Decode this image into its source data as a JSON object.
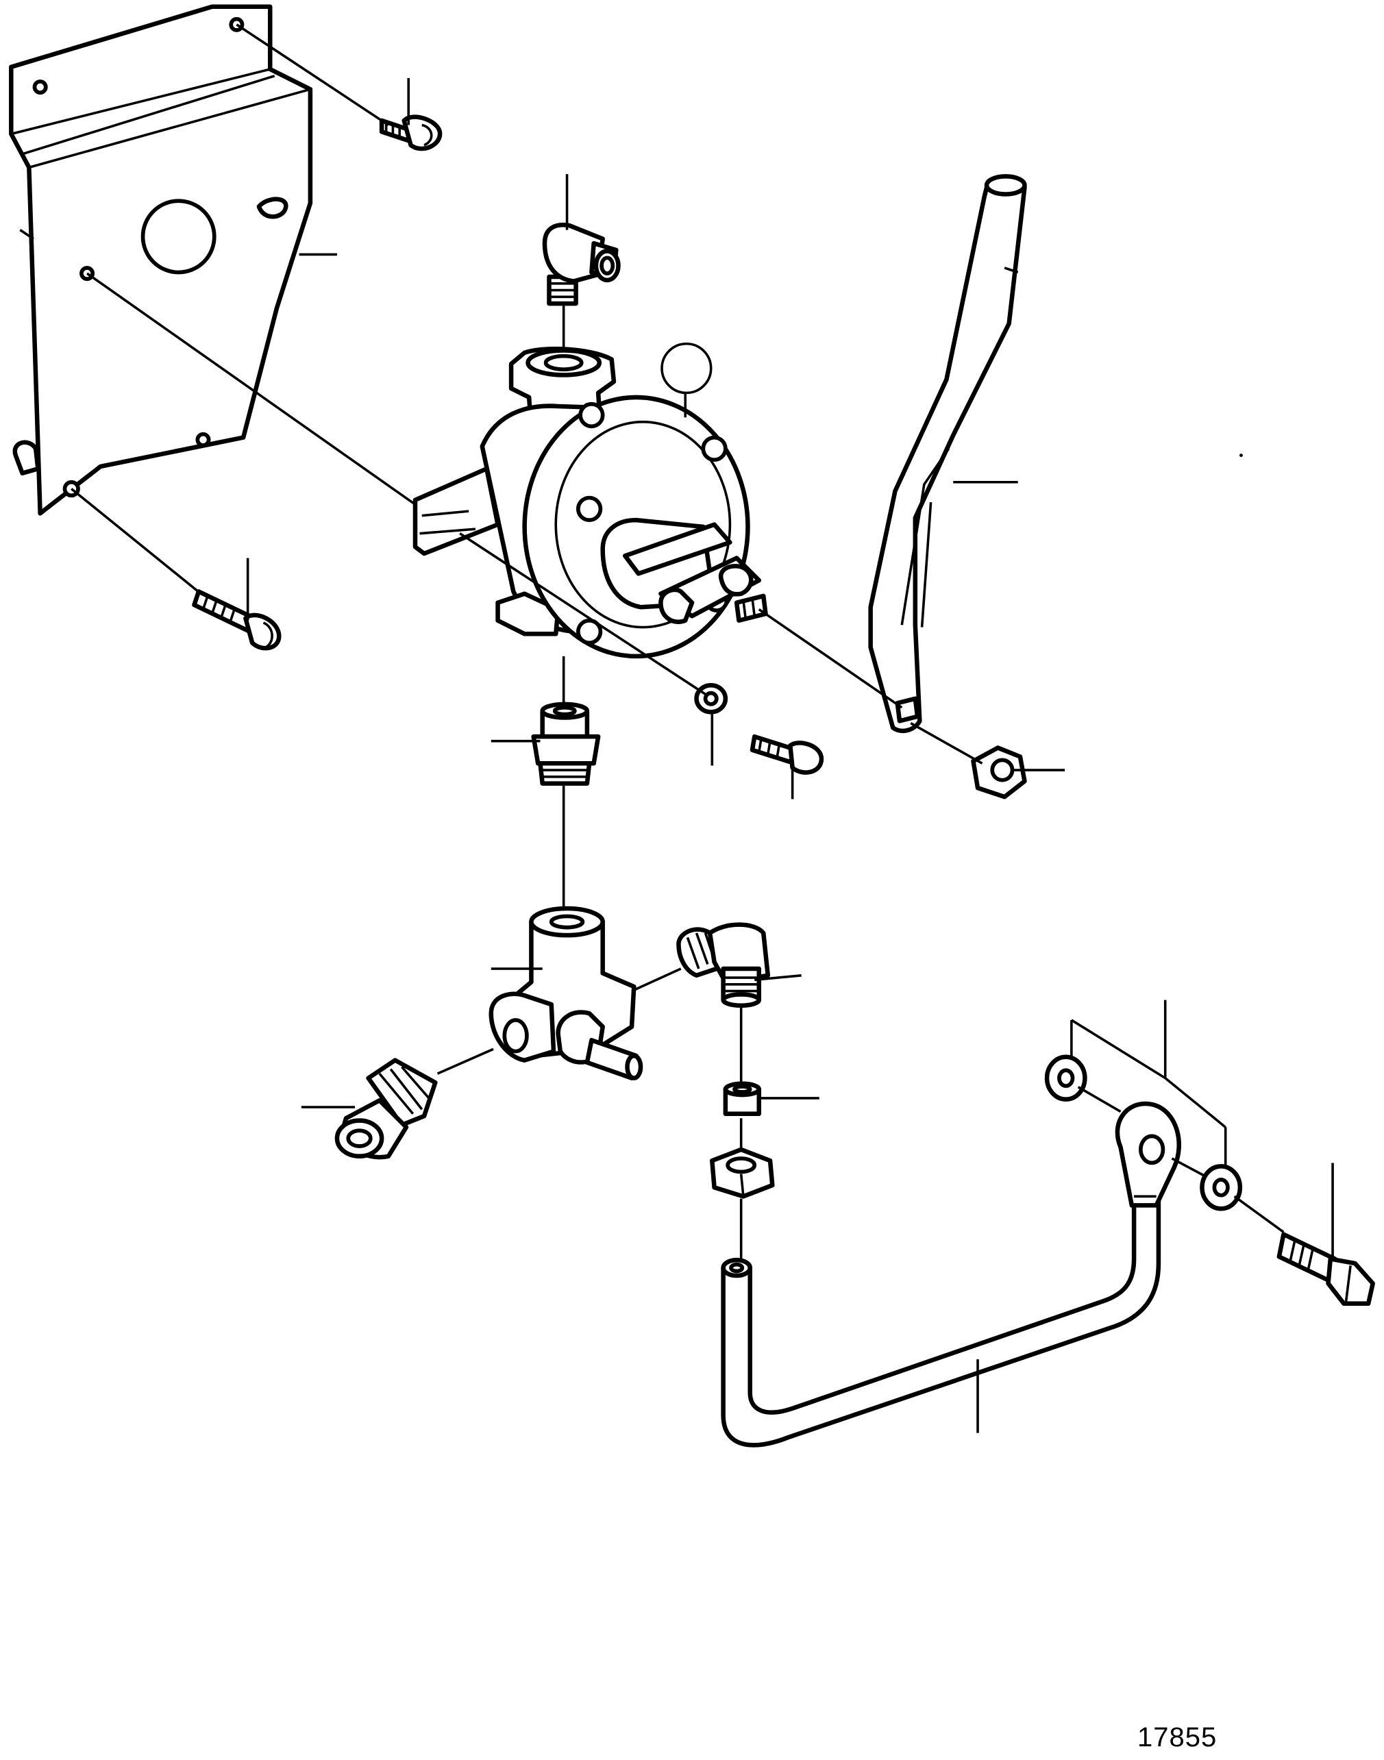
{
  "drawing": {
    "number": "17855",
    "colors": {
      "ink": "#000000",
      "paper": "#ffffff"
    },
    "parts": [
      "mounting-bracket",
      "bracket-bolt-top",
      "bracket-bolt-bottom",
      "elbow-fitting-top",
      "hand-pump",
      "callout-circle",
      "pump-lever",
      "lock-nut",
      "nipple-adapter",
      "washer",
      "flange-bolt",
      "tee-fitting",
      "elbow-fitting-right",
      "angled-fitting-45",
      "ferrule-sleeve",
      "union-nut",
      "pipe",
      "banjo-washer-left",
      "banjo-washer-right",
      "banjo-bolt"
    ]
  }
}
